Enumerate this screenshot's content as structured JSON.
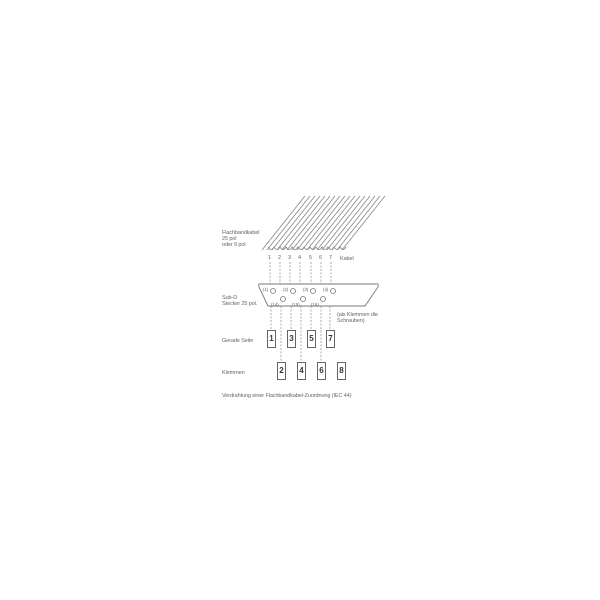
{
  "labels": {
    "cable": [
      "Flachbandkabel",
      "25 pol",
      "oder 9 pol"
    ],
    "wire_label": "Kabel",
    "connector": [
      "Sub-D",
      "Stecker 25 pol."
    ],
    "connector_note": [
      "(als Klemmen die",
      "Schrauben)"
    ],
    "odd_row": "Gerade Seite",
    "even_row": "Klemmen",
    "caption": "Verdrahtung einer Flachbandkabel-Zuordnung (IEC 44)"
  },
  "wire_numbers": [
    "1",
    "2",
    "3",
    "4",
    "5",
    "6",
    "7"
  ],
  "connector_pins_top": [
    "(1)",
    "(2)",
    "(3)",
    "(4)"
  ],
  "connector_pins_bottom": [
    "(14)",
    "(15)",
    "(16)"
  ],
  "terminals_top": [
    "1",
    "3",
    "5",
    "7"
  ],
  "terminals_bottom": [
    "2",
    "4",
    "6",
    "8"
  ],
  "colors": {
    "line": "#777777",
    "text": "#666666",
    "background": "#ffffff"
  }
}
